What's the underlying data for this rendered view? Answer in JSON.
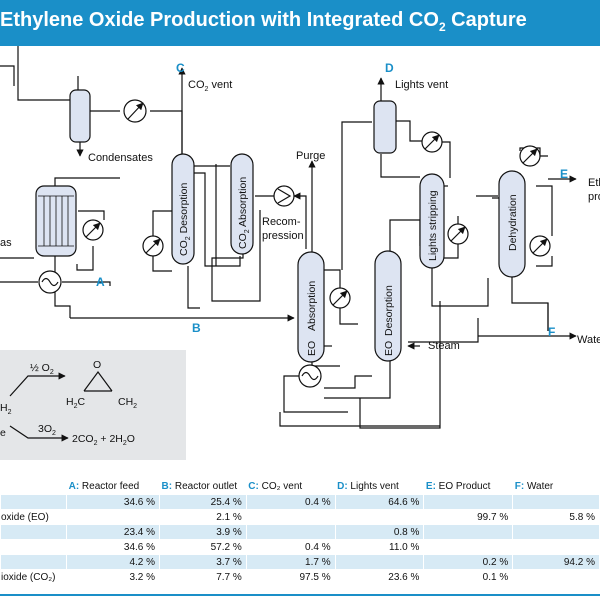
{
  "title": {
    "main": "Ethylene Oxide Production with Integrated CO",
    "sub": "2",
    "tail": " Capture"
  },
  "colors": {
    "brand_blue": "#1a8fc8",
    "vessel_fill": "#dde4f2",
    "table_shade": "#d7eaf5",
    "reaction_box": "#e4e6e8"
  },
  "streams": {
    "a": "A",
    "b": "B",
    "c": "C",
    "d": "D",
    "e": "E",
    "f": "F"
  },
  "labels": {
    "co2_vent_pre": "CO",
    "co2_vent_sub": "2",
    "co2_vent_post": " vent",
    "lights_vent": "Lights vent",
    "condensates": "Condensates",
    "purge": "Purge",
    "recompression_1": "Recom-",
    "recompression_2": "pression",
    "steam": "Steam",
    "water": "Water",
    "eth_1": "Eth",
    "eth_2": "pro",
    "gas_fragment": "as"
  },
  "columns": {
    "co2_desorption_pre": "CO",
    "co2_desorption_sub": "2",
    "co2_desorption_post": " Desorption",
    "co2_absorption_pre": "CO",
    "co2_absorption_sub": "2",
    "co2_absorption_post": " Absorption",
    "eo_absorption_pre": "EO",
    "eo_absorption_post": "Absorption",
    "eo_desorption_pre": "EO",
    "eo_desorption_post": "Desorption",
    "lights_stripping": "Lights stripping",
    "dehydration": "Dehydration"
  },
  "reaction": {
    "o2_pre": "½ O",
    "o2_sub": "2",
    "ch2_left": "H",
    "ch2_left_sub": "2",
    "ch2_left_c": "C",
    "ch2_right": "CH",
    "ch2_right_sub": "2",
    "epoxide_o": "O",
    "reactant_frag": "H",
    "reactant_frag_sub": "2",
    "reactant_frag_2": "e",
    "three_o2_pre": "3O",
    "three_o2_sub": "2",
    "products": "2CO",
    "products_sub1": "2",
    "products_mid": " + 2H",
    "products_sub2": "2",
    "products_end": "O"
  },
  "table": {
    "headers": [
      {
        "code": "A:",
        "label": " Reactor feed"
      },
      {
        "code": "B:",
        "label": " Reactor outlet"
      },
      {
        "code": "C:",
        "label": " CO₂ vent"
      },
      {
        "code": "D:",
        "label": " Lights vent"
      },
      {
        "code": "E:",
        "label": " EO Product"
      },
      {
        "code": "F:",
        "label": " Water"
      }
    ],
    "rows": [
      {
        "label": "",
        "values": [
          "34.6 %",
          "25.4 %",
          "0.4 %",
          "64.6 %",
          "",
          ""
        ]
      },
      {
        "label": "oxide (EO)",
        "values": [
          "",
          "2.1 %",
          "",
          "",
          "99.7 %",
          "5.8 %"
        ]
      },
      {
        "label": "",
        "values": [
          "23.4 %",
          "3.9 %",
          "",
          "0.8 %",
          "",
          ""
        ]
      },
      {
        "label": "",
        "values": [
          "34.6 %",
          "57.2 %",
          "0.4 %",
          "11.0 %",
          "",
          ""
        ]
      },
      {
        "label": "",
        "values": [
          "4.2 %",
          "3.7 %",
          "1.7 %",
          "",
          "0.2 %",
          "94.2 %"
        ]
      },
      {
        "label": "ioxide (CO₂)",
        "values": [
          "3.2 %",
          "7.7 %",
          "97.5 %",
          "23.6 %",
          "0.1 %",
          ""
        ]
      }
    ]
  }
}
